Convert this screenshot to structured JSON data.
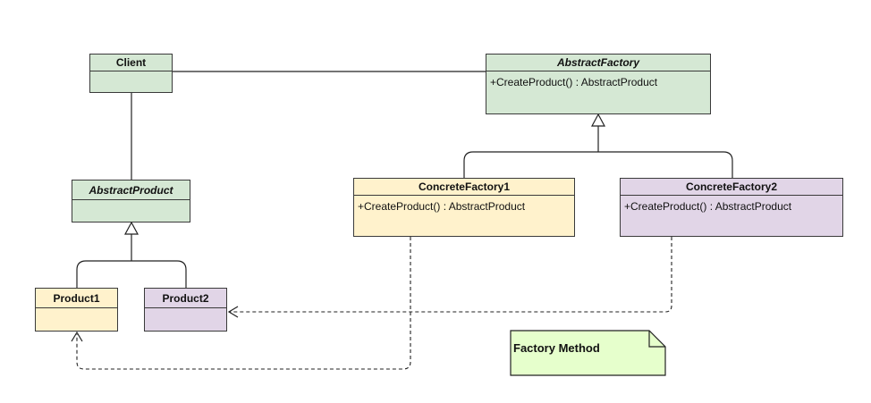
{
  "diagram": {
    "classes": {
      "client": {
        "name": "Client",
        "operation": ""
      },
      "abstract_factory": {
        "name": "AbstractFactory",
        "operation": "+CreateProduct() : AbstractProduct"
      },
      "abstract_product": {
        "name": "AbstractProduct",
        "operation": ""
      },
      "concrete_factory_1": {
        "name": "ConcreteFactory1",
        "operation": "+CreateProduct() : AbstractProduct"
      },
      "concrete_factory_2": {
        "name": "ConcreteFactory2",
        "operation": "+CreateProduct() : AbstractProduct"
      },
      "product_1": {
        "name": "Product1",
        "operation": ""
      },
      "product_2": {
        "name": "Product2",
        "operation": ""
      }
    },
    "note": {
      "text": "Factory Method"
    },
    "colors": {
      "green": "#d5e8d4",
      "yellow": "#fff2cc",
      "purple": "#e1d5e7",
      "note": "#e6ffcc",
      "line": "#222222"
    }
  }
}
